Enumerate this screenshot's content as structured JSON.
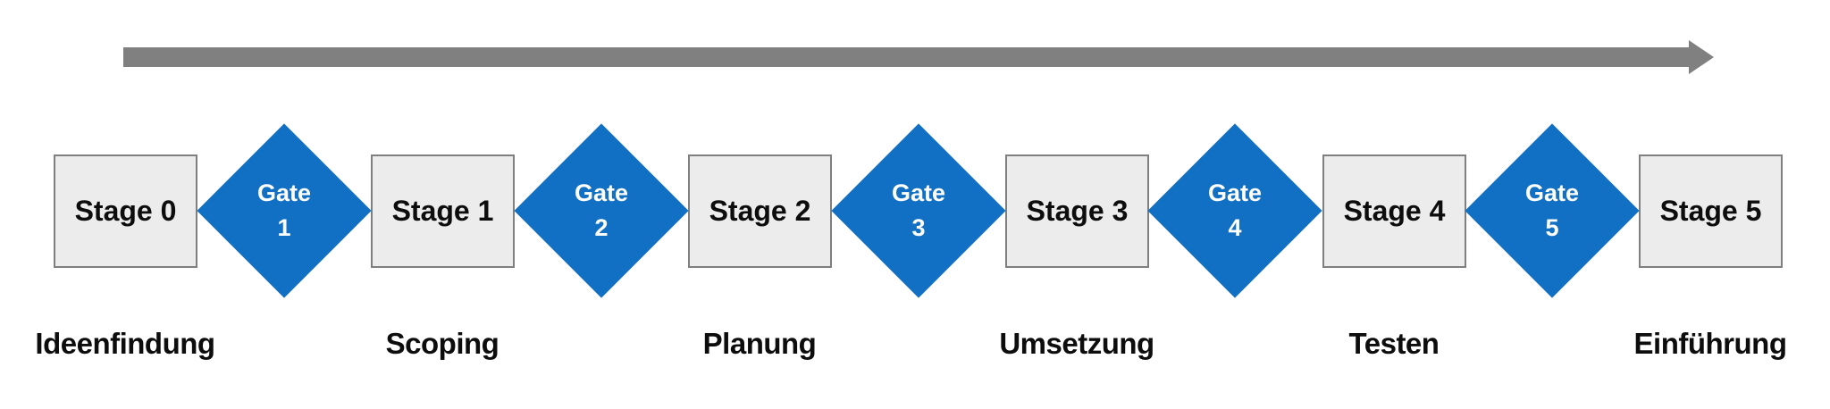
{
  "diagram": {
    "type": "stage-gate-process",
    "arrow": {
      "direction": "right",
      "color": "#808080"
    },
    "colors": {
      "gate_fill": "#1270c4",
      "gate_text": "#ffffff",
      "stage_fill": "#ececec",
      "stage_border": "#7f7f7f",
      "text": "#0d0d0d"
    },
    "stages": [
      {
        "label": "Stage 0",
        "phase": "Ideenfindung"
      },
      {
        "label": "Stage 1",
        "phase": "Scoping"
      },
      {
        "label": "Stage 2",
        "phase": "Planung"
      },
      {
        "label": "Stage 3",
        "phase": "Umsetzung"
      },
      {
        "label": "Stage 4",
        "phase": "Testen"
      },
      {
        "label": "Stage 5",
        "phase": "Einführung"
      }
    ],
    "gates": [
      {
        "line1": "Gate",
        "line2": "1"
      },
      {
        "line1": "Gate",
        "line2": "2"
      },
      {
        "line1": "Gate",
        "line2": "3"
      },
      {
        "line1": "Gate",
        "line2": "4"
      },
      {
        "line1": "Gate",
        "line2": "5"
      }
    ]
  }
}
